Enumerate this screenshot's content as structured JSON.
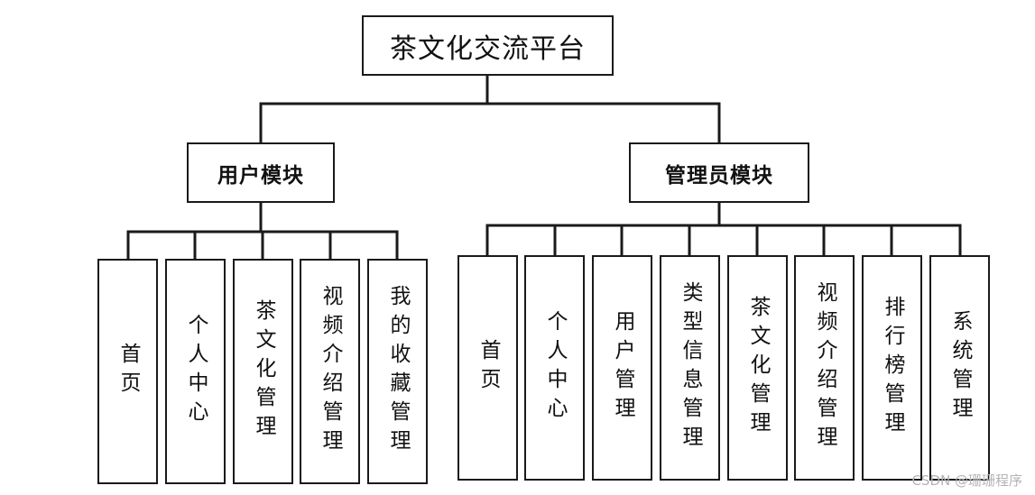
{
  "root": {
    "label": "茶文化交流平台"
  },
  "modules": [
    {
      "label": "用户模块",
      "items": [
        "首页",
        "个人中心",
        "茶文化管理",
        "视频介绍管理",
        "我的收藏管理"
      ]
    },
    {
      "label": "管理员模块",
      "items": [
        "首页",
        "个人中心",
        "用户管理",
        "类型信息管理",
        "茶文化管理",
        "视频介绍管理",
        "排行榜管理",
        "系统管理"
      ]
    }
  ],
  "watermark": "CSDN @珊珊程序"
}
